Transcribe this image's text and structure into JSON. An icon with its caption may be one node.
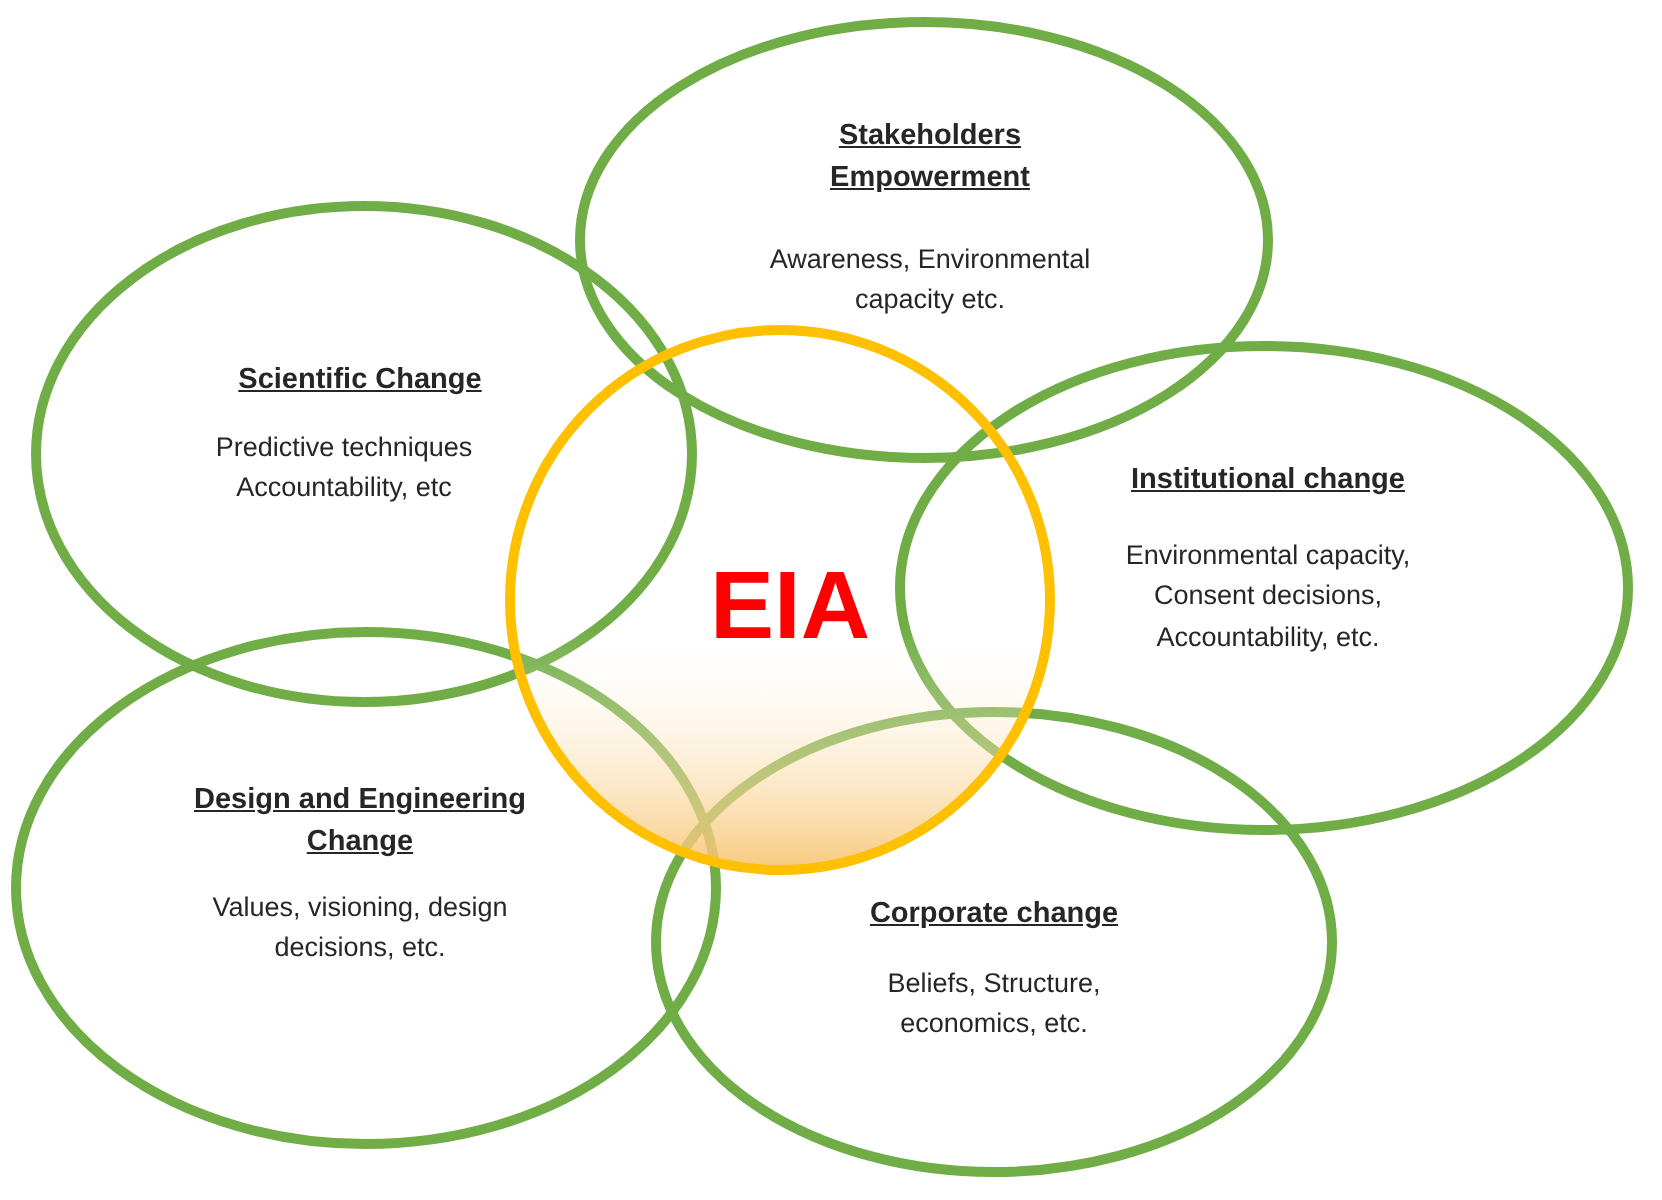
{
  "diagram": {
    "nodes": [
      {
        "text": [
          "Stakeholders Empowerment",
          "Awareness, Environmental capacity etc."
        ]
      },
      {
        "text": [
          "Scientific Change",
          "Predictive techniques Accountability, etc"
        ]
      },
      {
        "text": [
          "Institutional change",
          "Environmental capacity, Consent decisions, Accountability, etc."
        ]
      },
      {
        "text": [
          "EIA"
        ]
      },
      {
        "text": [
          "Design and Engineering Change",
          "Values, visioning, design decisions, etc."
        ]
      },
      {
        "text": [
          "Corporate change",
          "Beliefs, Structure, economics, etc."
        ]
      }
    ]
  }
}
